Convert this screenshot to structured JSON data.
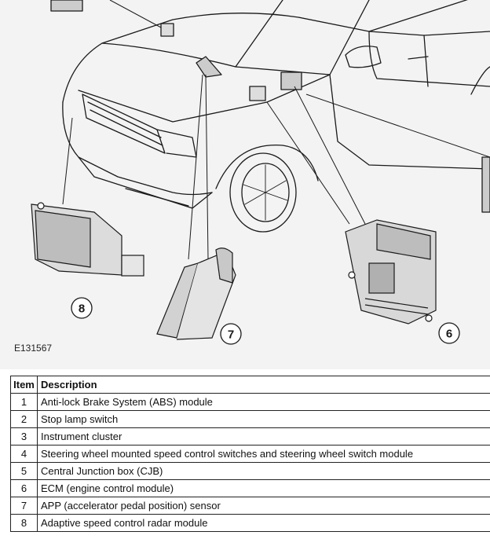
{
  "figure_id": "E131567",
  "callouts": [
    "8",
    "7",
    "6"
  ],
  "legend": {
    "headers": [
      "Item",
      "Description"
    ],
    "rows": [
      {
        "item": "1",
        "description": "Anti-lock Brake System (ABS) module"
      },
      {
        "item": "2",
        "description": "Stop lamp switch"
      },
      {
        "item": "3",
        "description": "Instrument cluster"
      },
      {
        "item": "4",
        "description": "Steering wheel mounted speed control switches and steering wheel switch module"
      },
      {
        "item": "5",
        "description": "Central Junction box (CJB)"
      },
      {
        "item": "6",
        "description": "ECM (engine control module)"
      },
      {
        "item": "7",
        "description": "APP (accelerator pedal position) sensor"
      },
      {
        "item": "8",
        "description": "Adaptive speed control radar module"
      }
    ]
  }
}
